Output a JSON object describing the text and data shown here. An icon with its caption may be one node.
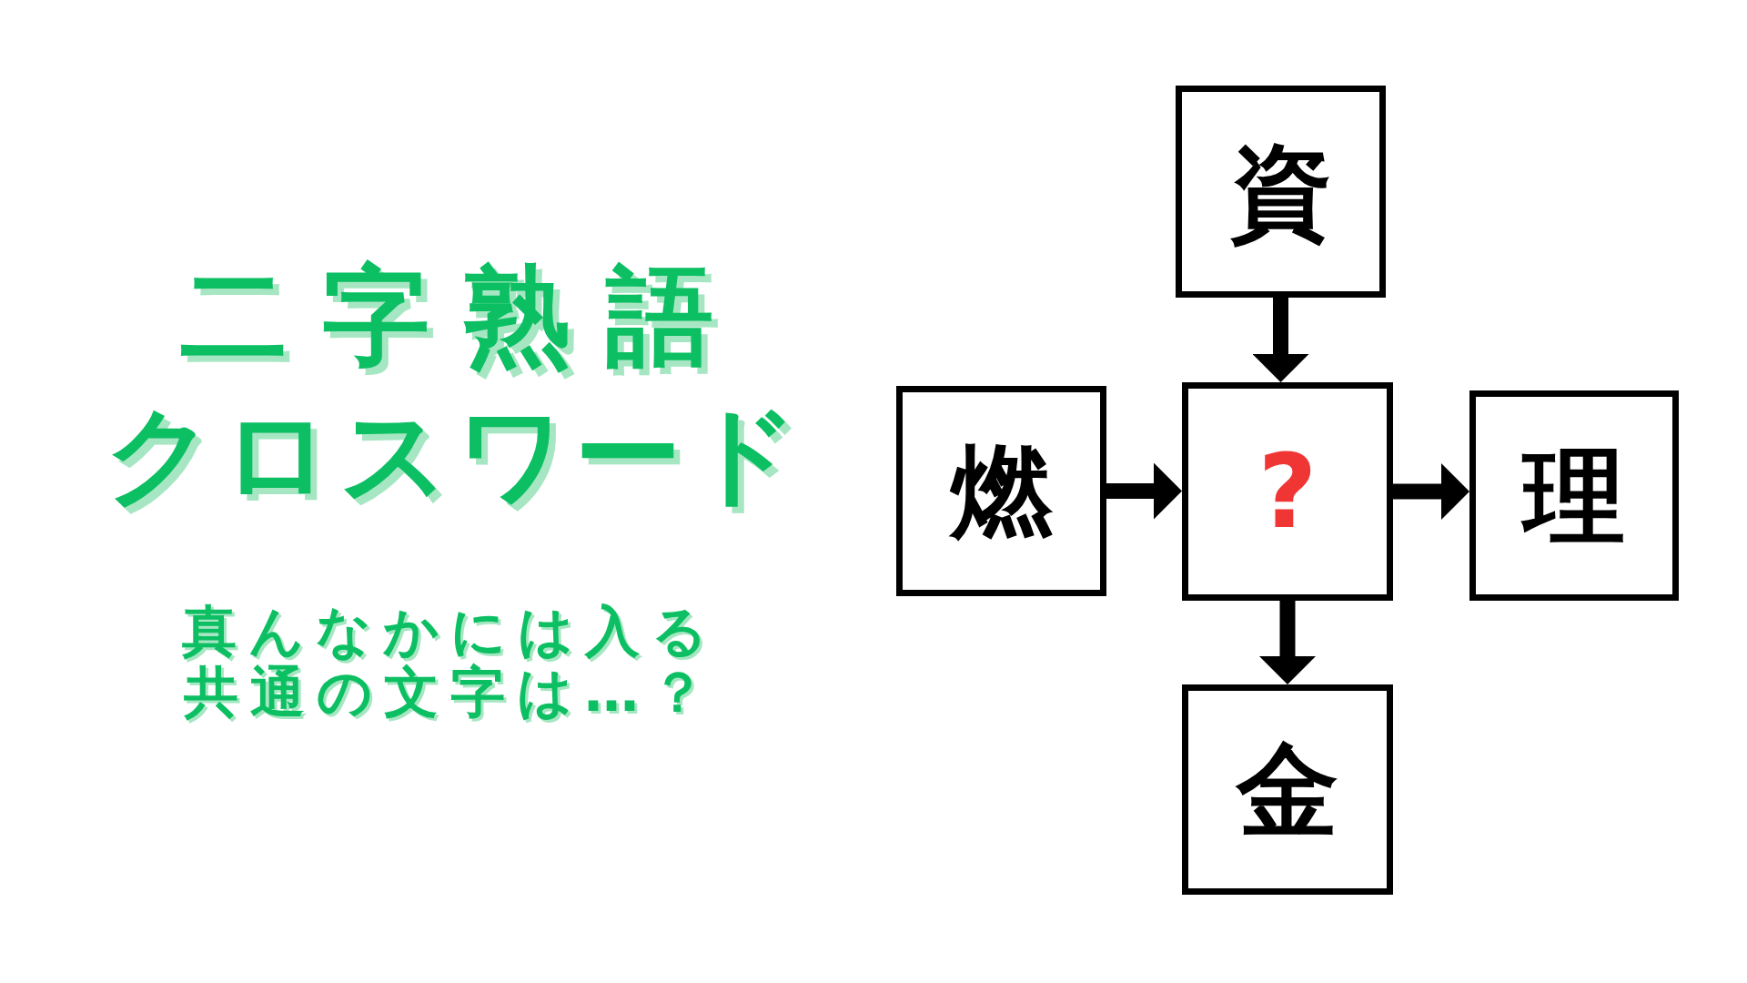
{
  "diagram": {
    "title": "二字熟語",
    "nodes": [
      {
        "text": [
          "資"
        ]
      },
      {
        "text": [
          "燃"
        ]
      },
      {
        "text": [
          "?"
        ]
      },
      {
        "text": [
          "理"
        ]
      },
      {
        "text": [
          "金"
        ]
      }
    ],
    "edges": [
      {
        "from": 0,
        "to": 2,
        "arrow": "to"
      },
      {
        "from": 1,
        "to": 2,
        "arrow": "to"
      },
      {
        "from": 2,
        "to": 3,
        "arrow": "to"
      },
      {
        "from": 2,
        "to": 4,
        "arrow": "to"
      }
    ],
    "labels": [
      "クロスワード",
      "真んなかには入る共通の文字は…？"
    ]
  }
}
